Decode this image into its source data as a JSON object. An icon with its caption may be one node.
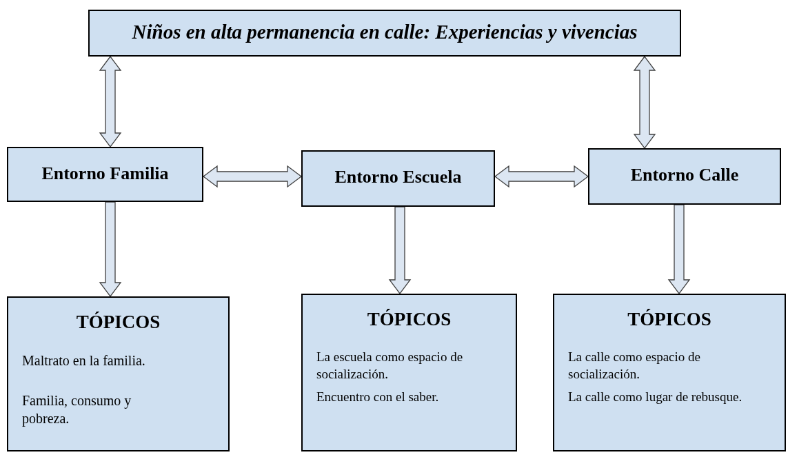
{
  "diagram": {
    "nodes": [
      {
        "text": [
          "Niños en alta permanencia en calle: Experiencias y vivencias"
        ]
      },
      {
        "text": [
          "Entorno Familia"
        ]
      },
      {
        "text": [
          "Entorno Escuela"
        ]
      },
      {
        "text": [
          "Entorno Calle"
        ]
      },
      {
        "text": [
          "TÓPICOS",
          "Maltrato en la familia.",
          "Familia, consumo y pobreza."
        ]
      },
      {
        "text": [
          "TÓPICOS",
          "La escuela como espacio de socialización.",
          "Encuentro con el saber."
        ]
      },
      {
        "text": [
          "TÓPICOS",
          "La calle como espacio de socialización.",
          "La calle como lugar de rebusque."
        ]
      }
    ],
    "edges": [
      {
        "from": 0,
        "to": 1,
        "arrow": "both"
      },
      {
        "from": 0,
        "to": 3,
        "arrow": "both"
      },
      {
        "from": 1,
        "to": 2,
        "arrow": "both"
      },
      {
        "from": 2,
        "to": 3,
        "arrow": "both"
      },
      {
        "from": 1,
        "to": 4,
        "arrow": "to"
      },
      {
        "from": 2,
        "to": 5,
        "arrow": "to"
      },
      {
        "from": 3,
        "to": 6,
        "arrow": "to"
      }
    ]
  }
}
